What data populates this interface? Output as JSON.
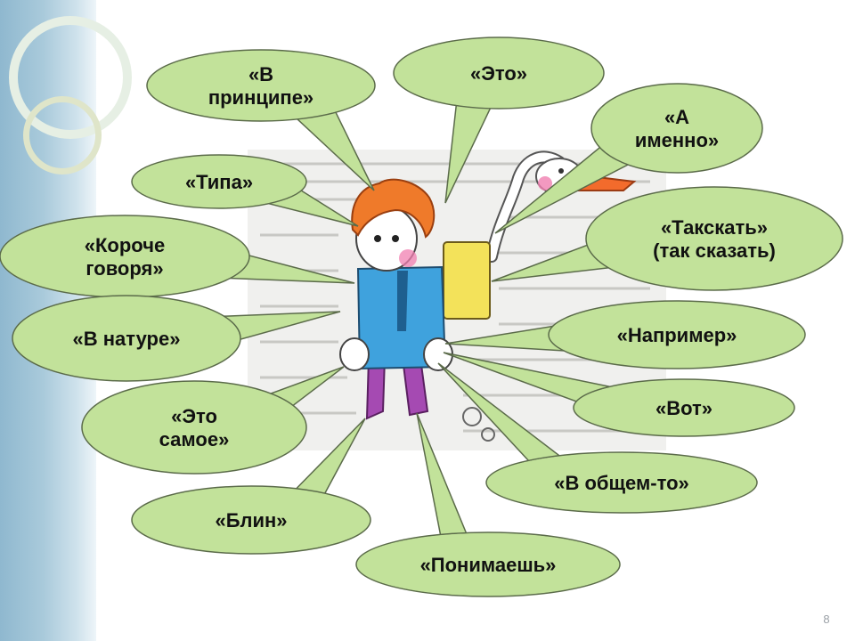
{
  "slide": {
    "page_number": "8",
    "bubble_fill": "#c2e29a",
    "bubble_stroke": "#5b6b4a",
    "left_band_color": "#a9cadb"
  },
  "bubbles": [
    {
      "id": "v-printsipe",
      "lines": [
        "«В",
        "принципе»"
      ]
    },
    {
      "id": "eto",
      "lines": [
        "«Это»"
      ]
    },
    {
      "id": "a-imenno",
      "lines": [
        "«А",
        "именно»"
      ]
    },
    {
      "id": "tipa",
      "lines": [
        "«Типа»"
      ]
    },
    {
      "id": "takskat",
      "lines": [
        "«Такскать»",
        "(так сказать)"
      ]
    },
    {
      "id": "koroche-govorya",
      "lines": [
        "«Короче",
        "говоря»"
      ]
    },
    {
      "id": "naprimer",
      "lines": [
        "«Например»"
      ]
    },
    {
      "id": "v-nature",
      "lines": [
        "«В натуре»"
      ]
    },
    {
      "id": "vot",
      "lines": [
        "«Вот»"
      ]
    },
    {
      "id": "eto-samoe",
      "lines": [
        "«Это",
        "самое»"
      ]
    },
    {
      "id": "v-obshchem-to",
      "lines": [
        "«В общем-то»"
      ]
    },
    {
      "id": "blin",
      "lines": [
        "«Блин»"
      ]
    },
    {
      "id": "ponimaesh",
      "lines": [
        "«Понимаешь»"
      ]
    }
  ]
}
